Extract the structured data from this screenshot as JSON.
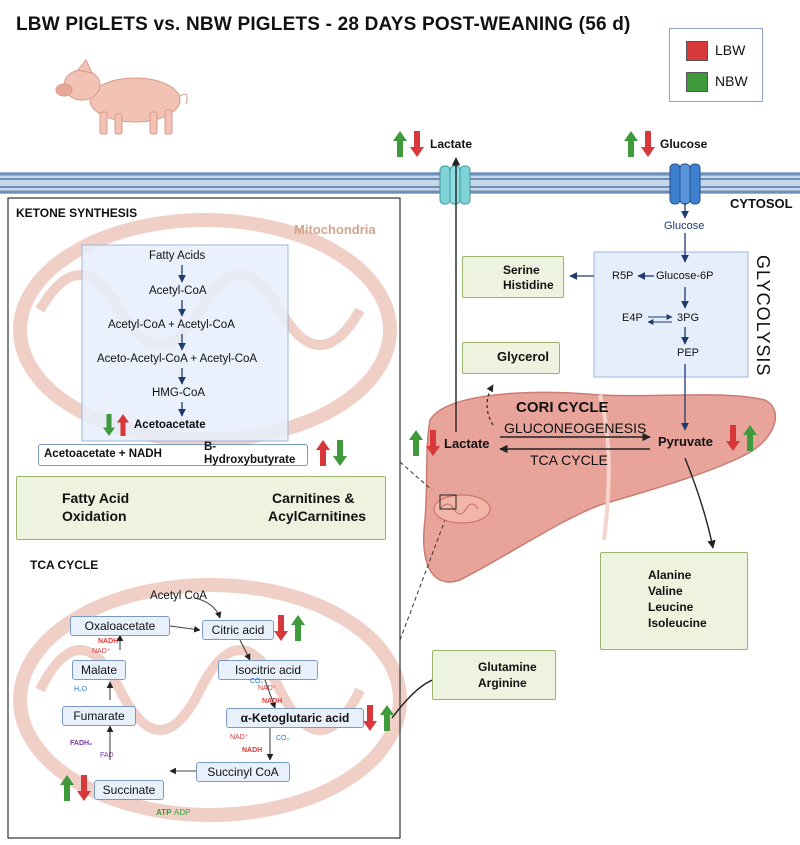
{
  "title": "LBW PIGLETS vs. NBW PIGLETS - 28 DAYS POST-WEANING (56 d)",
  "colors": {
    "lbw": "#d8383a",
    "nbw": "#3f9a3b",
    "membrane": "#6d8fb8",
    "liver": "#e8a49a"
  },
  "legend": {
    "lbw": "LBW",
    "nbw": "NBW"
  },
  "labels": {
    "cytosol": "CYTOSOL",
    "glycolysis": "GLYCOLYSIS",
    "mitochondria": "Mitochondria",
    "ketone_synthesis": "KETONE SYNTHESIS",
    "tca_cycle_section": "TCA CYCLE",
    "cori_cycle": "CORI CYCLE",
    "gluconeogenesis": "GLUCONEOGENESIS",
    "tca_cycle": "TCA CYCLE"
  },
  "metabolites": {
    "lactate_top": "Lactate",
    "glucose_top": "Glucose",
    "glucose_in": "Glucose",
    "glucose6p": "Glucose-6P",
    "r5p": "R5P",
    "e4p": "E4P",
    "pg3": "3PG",
    "pep": "PEP",
    "serine": "Serine",
    "histidine": "Histidine",
    "glycerol": "Glycerol",
    "lactate_liver": "Lactate",
    "pyruvate": "Pyruvate",
    "alanine": "Alanine",
    "valine": "Valine",
    "leucine": "Leucine",
    "isoleucine": "Isoleucine",
    "glutamine": "Glutamine",
    "arginine": "Arginine"
  },
  "ketone": {
    "fatty_acids": "Fatty Acids",
    "acetyl_coa": "Acetyl-CoA",
    "acetyl_plus": "Acetyl-CoA + Acetyl-CoA",
    "aceto_plus": "Aceto-Acetyl-CoA + Acetyl-CoA",
    "hmg": "HMG-CoA",
    "acetoacetate": "Acetoacetate",
    "reaction_left": "Acetoacetate + NADH",
    "bhb_1": "B-",
    "bhb_2": "Hydroxybutyrate",
    "fao_1": "Fatty Acid",
    "fao_2": "Oxidation",
    "carn_1": "Carnitines &",
    "carn_2": "AcylCarnitines"
  },
  "tca": {
    "acetyl_coa": "Acetyl CoA",
    "oxaloacetate": "Oxaloacetate",
    "citric": "Citric acid",
    "isocitric": "Isocitric acid",
    "akg": "α-Ketoglutaric acid",
    "succinyl": "Succinyl CoA",
    "succinate": "Succinate",
    "fumarate": "Fumarate",
    "malate": "Malate",
    "nadh": "NADH",
    "nad": "NAD⁺",
    "co2": "CO₂",
    "h2o": "H₂O",
    "fadh2": "FADH₂",
    "fad": "FAD",
    "atp": "ATP",
    "adp": "ADP"
  }
}
